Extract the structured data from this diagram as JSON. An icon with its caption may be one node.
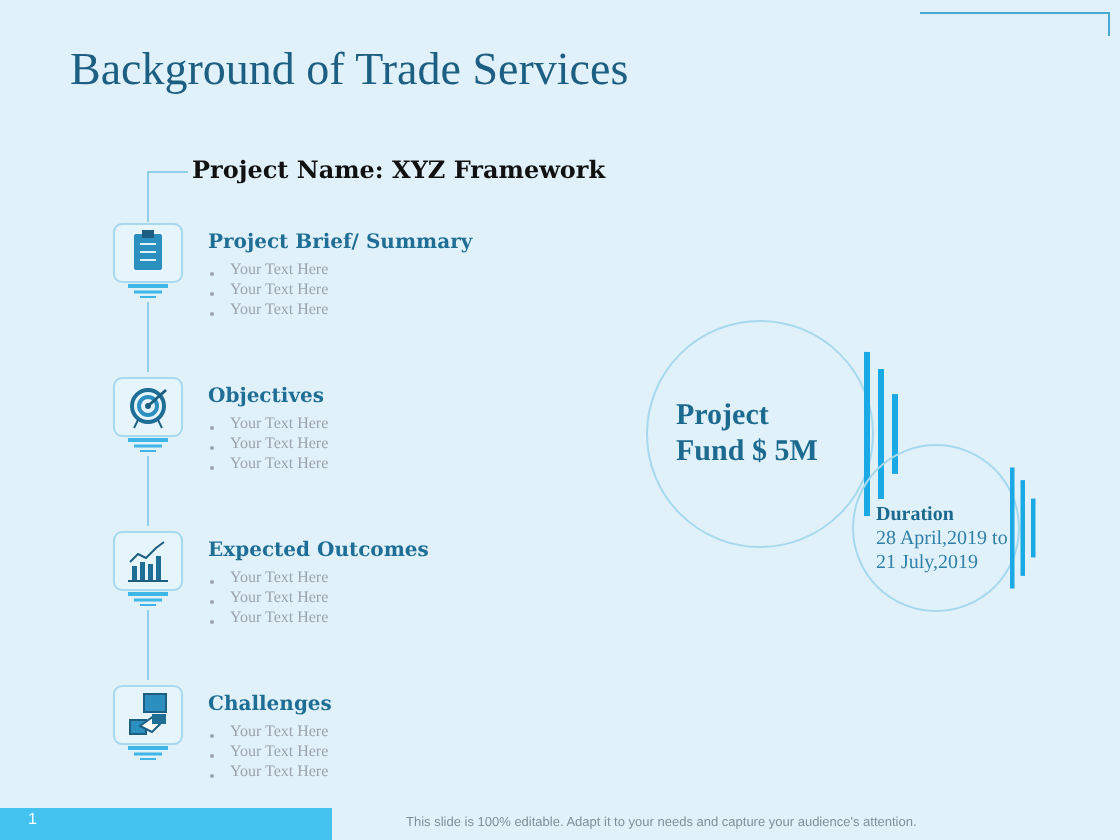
{
  "diagram": {
    "title": "Background of Trade Services",
    "nodes": [
      {
        "text": [
          "Project Name: XYZ Framework"
        ]
      },
      {
        "text": [],
        "shape": "picture",
        "beside": [
          "Project Brief/ Summary",
          "Your Text Here",
          "Your Text Here",
          "Your Text Here"
        ]
      },
      {
        "text": [],
        "shape": "picture",
        "beside": [
          "Objectives",
          "Your Text Here",
          "Your Text Here",
          "Your Text Here"
        ]
      },
      {
        "text": [],
        "shape": "picture",
        "beside": [
          "Expected Outcomes",
          "Your Text Here",
          "Your Text Here",
          "Your Text Here"
        ]
      },
      {
        "text": [],
        "shape": "picture",
        "beside": [
          "Challenges",
          "Your Text Here",
          "Your Text Here",
          "Your Text Here"
        ]
      },
      {
        "text": [
          "Project Fund $ 5M"
        ]
      },
      {
        "text": [
          "Duration",
          "28 April,2019 to 21 July,2019"
        ]
      }
    ],
    "edges": [
      {
        "from": 0,
        "to": 1,
        "arrow": "none"
      },
      {
        "from": 1,
        "to": 2,
        "arrow": "none"
      },
      {
        "from": 2,
        "to": 3,
        "arrow": "none"
      },
      {
        "from": 3,
        "to": 4,
        "arrow": "none"
      }
    ],
    "labels": [
      "1",
      "This slide is 100% editable. Adapt it to your needs and capture your audience's attention."
    ]
  }
}
